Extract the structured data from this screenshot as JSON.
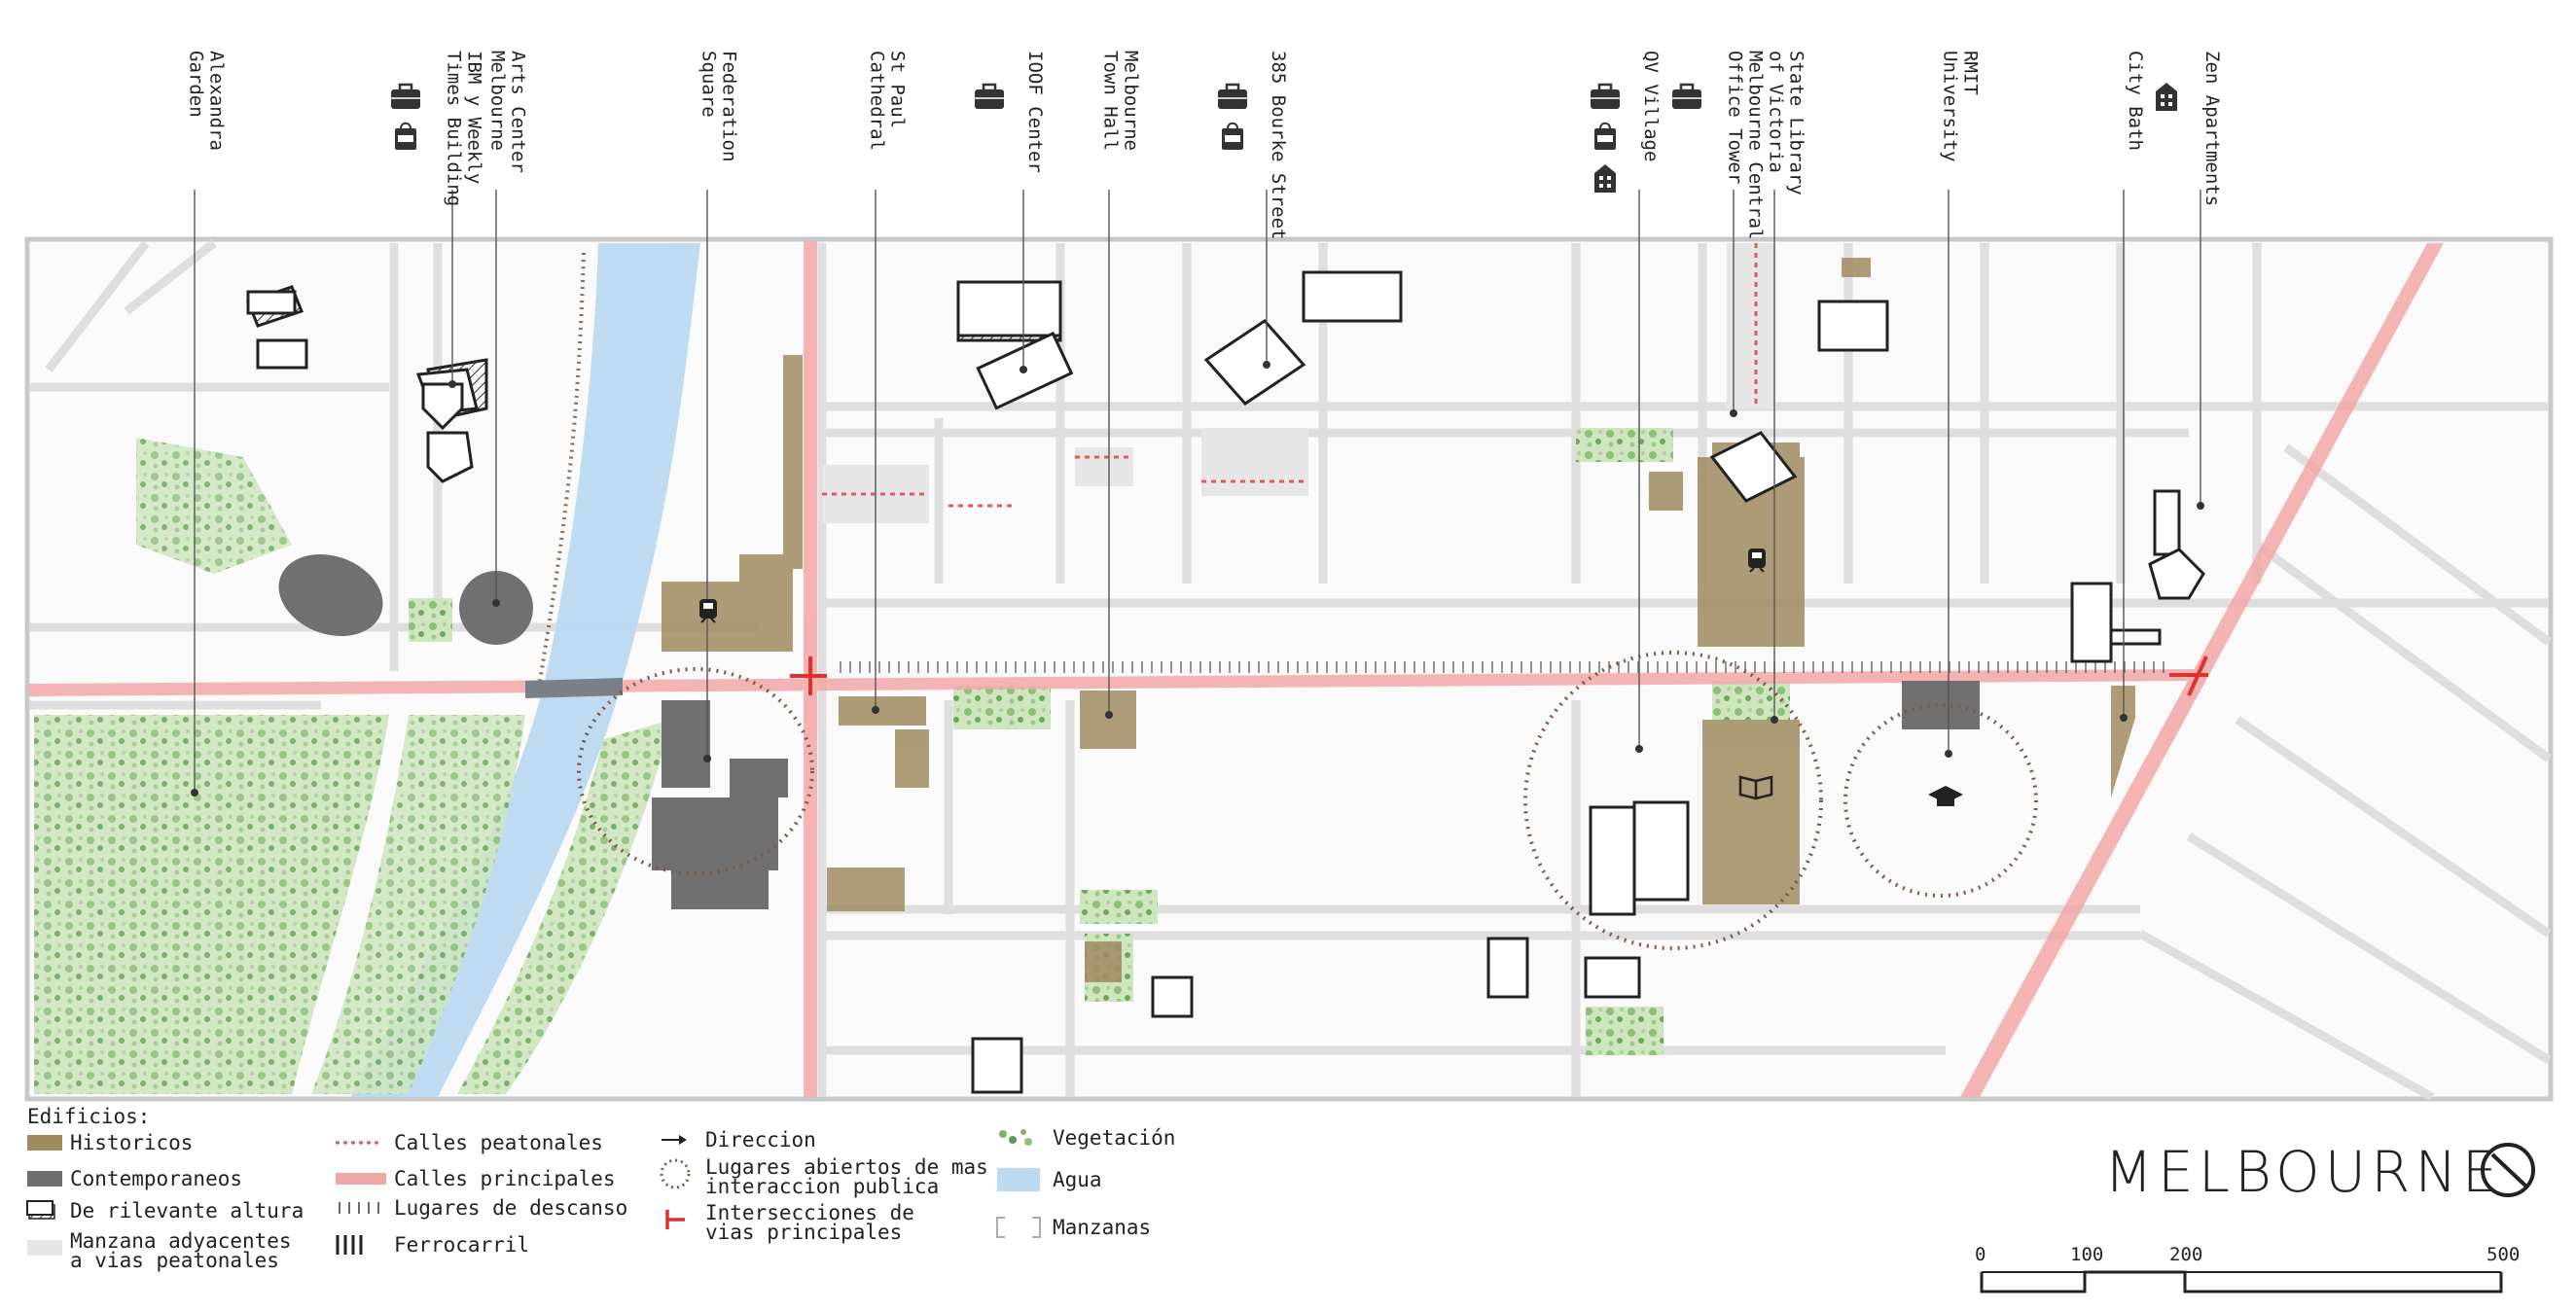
{
  "map": {
    "title": "MELBOURNE",
    "colors": {
      "historic": "#a08a60",
      "contemporary": "#6e6e6e",
      "pedestrian": "#e05a5a",
      "main_street": "#f2a7a7",
      "water": "#bcd9f0",
      "vegetation": "#7fb36a",
      "adjacent_block": "#e6e6e6",
      "intersection": "#e03030",
      "rest": "#555555"
    },
    "places": [
      {
        "name": "Alexandra\nGarden",
        "icons": []
      },
      {
        "name": "IBM y Weekly\nTimes Building",
        "icons": [
          "briefcase-icon",
          "sale-bag-icon"
        ]
      },
      {
        "name": "Arts Center\nMelbourne",
        "icons": []
      },
      {
        "name": "Federation\nSquare",
        "icons": []
      },
      {
        "name": "St Paul\nCathedral",
        "icons": []
      },
      {
        "name": "IOOF Center",
        "icons": [
          "briefcase-icon"
        ]
      },
      {
        "name": "Melbourne\nTown Hall",
        "icons": []
      },
      {
        "name": "385 Bourke Street",
        "icons": [
          "briefcase-icon",
          "sale-bag-icon"
        ]
      },
      {
        "name": "QV Village",
        "icons": [
          "briefcase-icon",
          "sale-bag-icon",
          "building-icon"
        ]
      },
      {
        "name": "Melbourne Central\nOffice Tower",
        "icons": [
          "briefcase-icon"
        ]
      },
      {
        "name": "State Library\nof Victoria",
        "icons": []
      },
      {
        "name": "RMIT\nUniversity",
        "icons": []
      },
      {
        "name": "City Bath",
        "icons": []
      },
      {
        "name": "Zen Apartments",
        "icons": [
          "building-icon"
        ]
      }
    ]
  },
  "legend": {
    "heading": "Edificios:",
    "items": [
      {
        "label": "Historicos",
        "symbol": "historic"
      },
      {
        "label": "Contemporaneos",
        "symbol": "contemporary"
      },
      {
        "label": "De rilevante altura",
        "symbol": "tall"
      },
      {
        "label": "Manzana adyacentes\na vias peatonales",
        "symbol": "adjacent"
      },
      {
        "label": "Calles peatonales",
        "symbol": "pedestrian"
      },
      {
        "label": "Calles principales",
        "symbol": "main"
      },
      {
        "label": "Lugares de descanso",
        "symbol": "rest"
      },
      {
        "label": "Ferrocarril",
        "symbol": "rail"
      },
      {
        "label": "Direccion",
        "symbol": "arrow"
      },
      {
        "label": "Lugares abiertos de mas\ninteraccion publica",
        "symbol": "open"
      },
      {
        "label": "Intersecciones de\nvias principales",
        "symbol": "intersection"
      },
      {
        "label": "Vegetación",
        "symbol": "vegetation"
      },
      {
        "label": "Agua",
        "symbol": "water"
      },
      {
        "label": "Manzanas",
        "symbol": "blocks"
      }
    ]
  },
  "scale_bar": {
    "ticks": [
      "0",
      "100",
      "200",
      "500"
    ]
  }
}
